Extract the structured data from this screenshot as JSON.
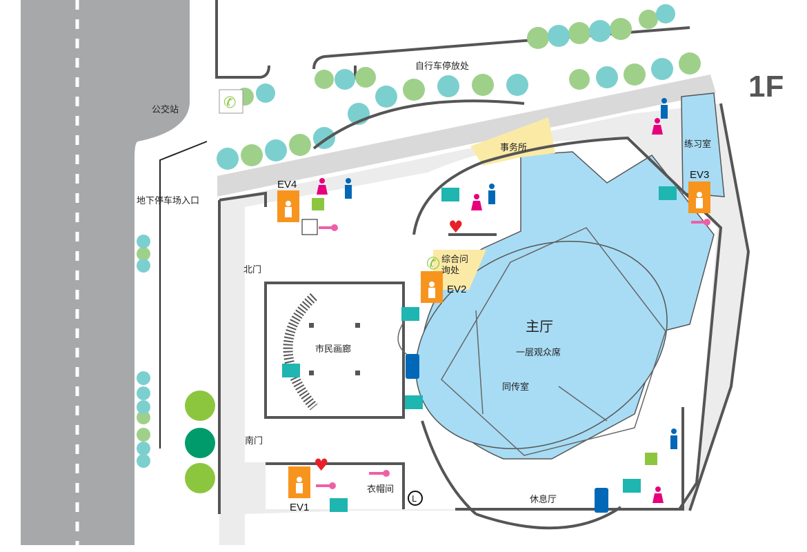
{
  "floor": {
    "label": "1F"
  },
  "outside": {
    "bus_stop": "公交站",
    "parking_entrance": "地下停车场入口",
    "bicycle_parking": "自行车停放处"
  },
  "rooms": {
    "office": "事务所",
    "practice_room": "练习室",
    "north_gate": "北门",
    "south_gate": "南门",
    "gallery": "市民画廊",
    "info_desk_line1": "综合问",
    "info_desk_line2": "询处",
    "main_hall": "主厅",
    "main_hall_sub": "一层观众席",
    "interpretation_room": "同传室",
    "cloakroom": "衣帽间",
    "lounge": "休息厅"
  },
  "elevators": [
    "EV1",
    "EV2",
    "EV3",
    "EV4"
  ],
  "colors": {
    "road": "#a7a8aa",
    "hall_blue": "#a8dcf4",
    "office_yellow": "#fbeaa6",
    "elevator_orange": "#f7941d",
    "escalator_teal": "#1fb5b0",
    "tree_green": "#9fd08a",
    "tree_teal": "#7ccfcf",
    "aed_red": "#e8202a",
    "key_pink": "#ee5fa7"
  },
  "icons": [
    "elevator-icon",
    "escalator-icon",
    "restroom-male-icon",
    "restroom-female-icon",
    "wheelchair-icon",
    "aed-icon",
    "key-icon",
    "phone-icon",
    "locker-icon",
    "ticket-machine-icon"
  ]
}
